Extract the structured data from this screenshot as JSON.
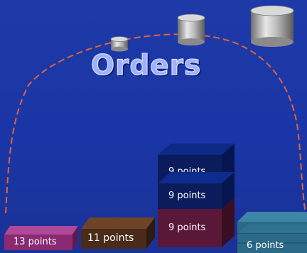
{
  "title": "Orders",
  "blocks": [
    {
      "label": "13 points"
    },
    {
      "label": "11 points"
    },
    {
      "label": "9 points"
    },
    {
      "label": "9 points"
    },
    {
      "label": "9 points"
    },
    {
      "label": "6 points"
    }
  ],
  "colors": {
    "background": "#1a36a6",
    "dashed_path": "#e0623a",
    "magenta_block": "#8a2a72",
    "brown_block": "#4a2a18",
    "navy_block": "#0a1c5c",
    "maroon_block": "#5a1838",
    "teal_block": "#2a6a86"
  },
  "icons": [
    "database-cylinder-small",
    "database-cylinder-medium",
    "database-cylinder-large"
  ]
}
